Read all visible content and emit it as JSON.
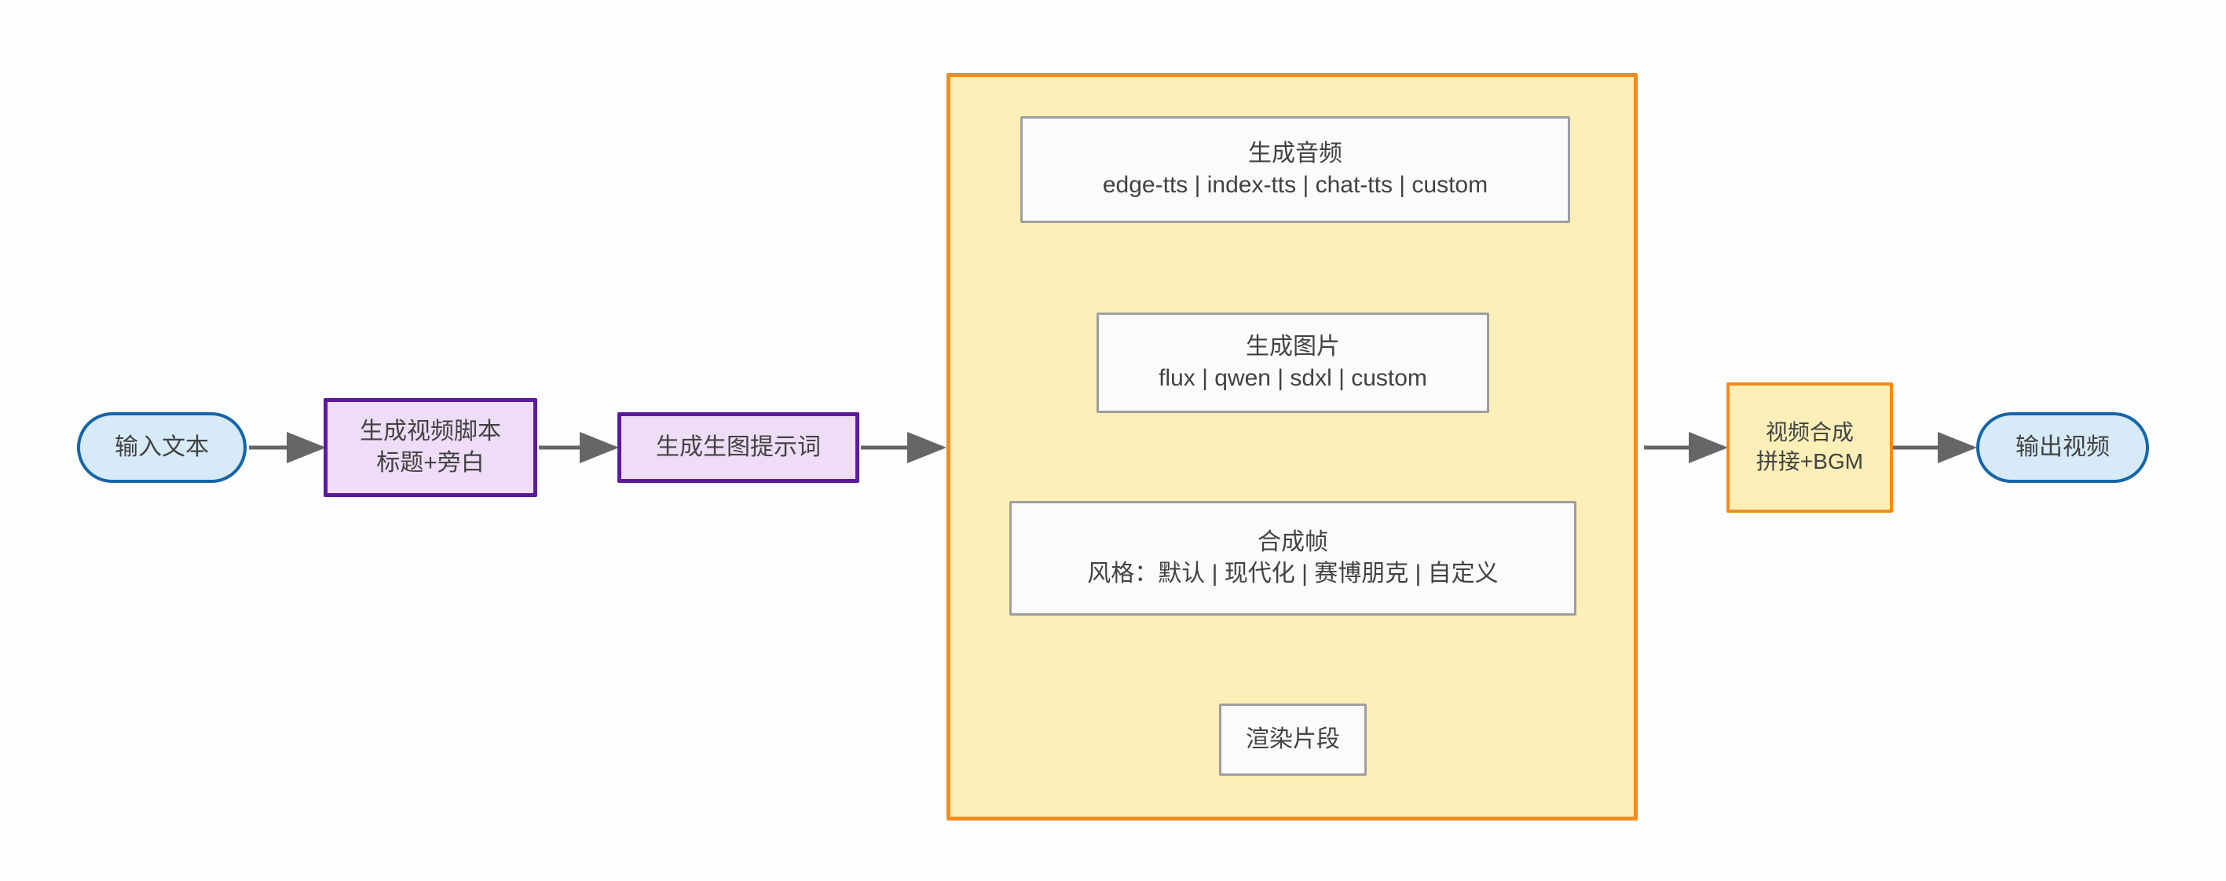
{
  "diagram": {
    "type": "flowchart",
    "direction": "left-to-right",
    "background_color": "#fdfdfd",
    "edge_color": "#666666"
  },
  "nodes": {
    "input_text": {
      "label": "输入文本",
      "shape": "stadium",
      "fill": "#d6eaf8",
      "stroke": "#1565a8"
    },
    "script": {
      "line1": "生成视频脚本",
      "line2": "标题+旁白",
      "shape": "rect",
      "fill": "#efdcf7",
      "stroke": "#5b1a9e"
    },
    "prompt": {
      "label": "生成生图提示词",
      "shape": "rect",
      "fill": "#efdcf7",
      "stroke": "#5b1a9e"
    },
    "audio": {
      "line1": "生成音频",
      "line2": "edge-tts | index-tts | chat-tts | custom",
      "shape": "rect",
      "fill": "#fbfbfd",
      "stroke": "#9e9e9e"
    },
    "image": {
      "line1": "生成图片",
      "line2": "flux | qwen | sdxl | custom",
      "shape": "rect",
      "fill": "#fbfbfd",
      "stroke": "#9e9e9e"
    },
    "frame": {
      "line1": "合成帧",
      "line2": "风格：默认 | 现代化 | 赛博朋克 | 自定义",
      "shape": "rect",
      "fill": "#fbfbfd",
      "stroke": "#9e9e9e"
    },
    "render": {
      "label": "渲染片段",
      "shape": "rect",
      "fill": "#fbfbfd",
      "stroke": "#9e9e9e"
    },
    "compose": {
      "line1": "视频合成",
      "line2": "拼接+BGM",
      "shape": "rect",
      "fill": "#fcf0b8",
      "stroke": "#f08c1e"
    },
    "output_video": {
      "label": "输出视频",
      "shape": "stadium",
      "fill": "#d6eaf8",
      "stroke": "#1565a8"
    }
  },
  "subgraph": {
    "fill": "#fcf0b8",
    "stroke": "#f08c1e"
  },
  "edges": [
    {
      "from": "input_text",
      "to": "script"
    },
    {
      "from": "script",
      "to": "prompt"
    },
    {
      "from": "prompt",
      "to": "pipeline"
    },
    {
      "from": "audio",
      "to": "image"
    },
    {
      "from": "image",
      "to": "frame"
    },
    {
      "from": "frame",
      "to": "render"
    },
    {
      "from": "pipeline",
      "to": "compose"
    },
    {
      "from": "compose",
      "to": "output_video"
    }
  ]
}
